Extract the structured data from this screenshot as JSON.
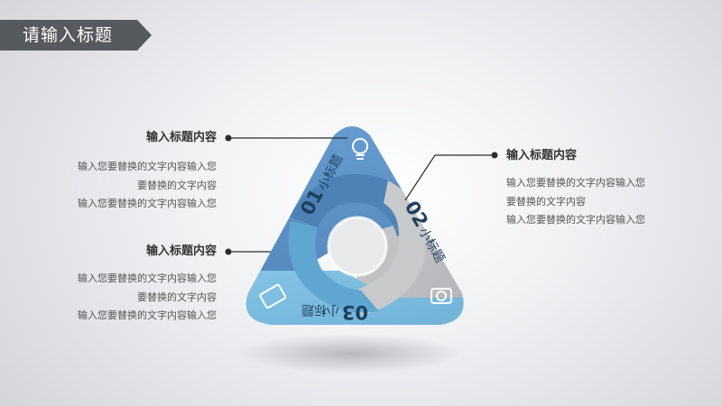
{
  "header": {
    "title": "请输入标题"
  },
  "blocks": [
    {
      "heading": "输入标题内容",
      "lines": [
        "输入您要替换的文字内容输入您",
        "要替换的文字内容",
        "输入您要替换的文字内容输入您"
      ]
    },
    {
      "heading": "输入标题内容",
      "lines": [
        "输入您要替换的文字内容输入您",
        "要替换的文字内容",
        "输入您要替换的文字内容输入您"
      ]
    },
    {
      "heading": "输入标题内容",
      "lines": [
        "输入您要替换的文字内容输入您",
        "要替换的文字内容",
        "输入您要替换的文字内容输入您"
      ]
    }
  ],
  "segments": [
    {
      "number": "01",
      "label": "小标题",
      "icon": "lightbulb-icon",
      "color": "#5e95cb"
    },
    {
      "number": "02",
      "label": "小标题",
      "icon": "camera-icon",
      "color": "#b9babc"
    },
    {
      "number": "03",
      "label": "小标题",
      "icon": "tablet-icon",
      "color": "#7bbddf"
    }
  ]
}
